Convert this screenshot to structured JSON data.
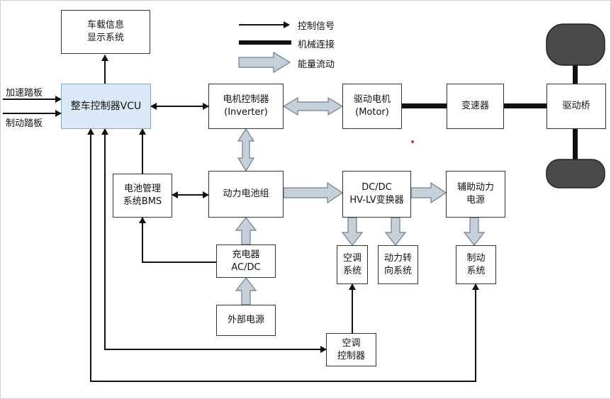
{
  "legend": {
    "control_signal": "控制信号",
    "mechanical": "机械连接",
    "energy_flow": "能量流动"
  },
  "inputs": {
    "accel_pedal": "加速踏板",
    "brake_pedal": "制动踏板"
  },
  "boxes": {
    "display": "车载信息\n显示系统",
    "vcu": "整车控制器VCU",
    "inverter": "电机控制器\n(Inverter)",
    "motor": "驱动电机\n(Motor)",
    "transmission": "变速器",
    "drive_axle": "驱动桥",
    "bms": "电池管理\n系统BMS",
    "battery": "动力电池组",
    "dcdc": "DC/DC\nHV-LV变换器",
    "aux_power": "辅助动力\n电源",
    "charger": "充电器\nAC/DC",
    "external_power": "外部电源",
    "ac_system": "空调\n系统",
    "power_steering": "动力转\n向系统",
    "brake_system": "制动\n系统",
    "ac_controller": "空调\n控制器"
  },
  "colors": {
    "energy_arrow_fill": "#c5d0da",
    "energy_arrow_stroke": "#6f7f8f",
    "vcu_fill": "#dbe8f7",
    "wheel_fill": "#4a4a4a"
  }
}
